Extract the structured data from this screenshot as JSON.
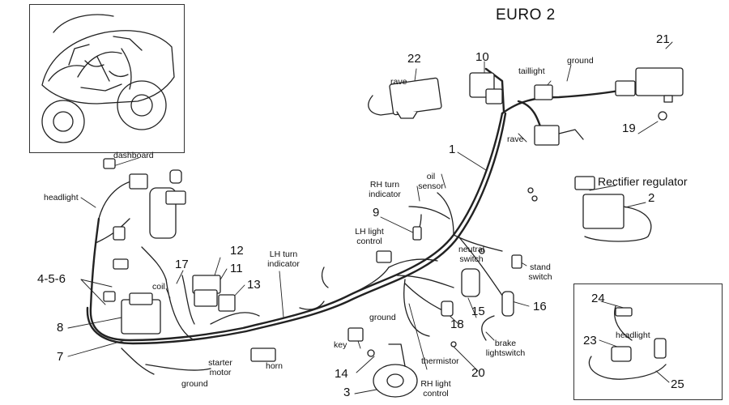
{
  "title": "EURO 2",
  "part_numbers": {
    "n1": "1",
    "n2": "2",
    "n3": "3",
    "n456": "4-5-6",
    "n7": "7",
    "n8": "8",
    "n9": "9",
    "n10": "10",
    "n11": "11",
    "n12": "12",
    "n13": "13",
    "n14": "14",
    "n15": "15",
    "n16": "16",
    "n17": "17",
    "n18": "18",
    "n19": "19",
    "n20": "20",
    "n21": "21",
    "n22": "22",
    "n23": "23",
    "n24": "24",
    "n25": "25"
  },
  "labels": {
    "dashboard": "dashboard",
    "headlight": "headlight",
    "coil": "coil",
    "lh_turn_1": "LH turn",
    "lh_turn_2": "indicator",
    "starter_1": "starter",
    "starter_2": "motor",
    "ground_bottom": "ground",
    "horn": "horn",
    "rave_top": "rave",
    "rave_mid": "rave",
    "taillight": "taillight",
    "ground_top": "ground",
    "rectifier": "Rectifier regulator",
    "rh_turn_1": "RH turn",
    "rh_turn_2": "indicator",
    "oil_1": "oil",
    "oil_2": "sensor",
    "lh_light_1": "LH light",
    "lh_light_2": "control",
    "neutral_1": "neutral",
    "neutral_2": "switch",
    "stand_1": "stand",
    "stand_2": "switch",
    "ground_center": "ground",
    "key": "key",
    "thermistor": "thermistor",
    "rh_light_1": "RH light",
    "rh_light_2": "control",
    "brake_1": "brake",
    "brake_2": "lightswitch",
    "inset_headlight": "headlight"
  }
}
